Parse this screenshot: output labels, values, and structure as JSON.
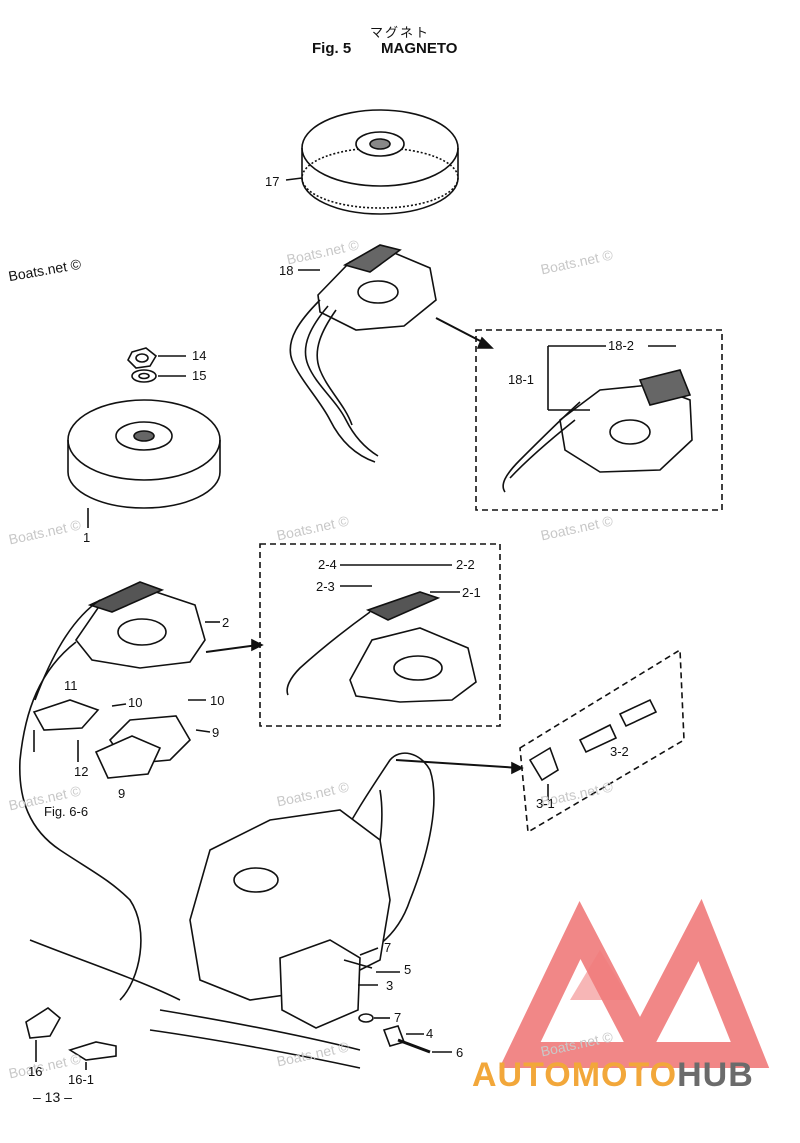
{
  "header": {
    "title_jp": "マグネト",
    "fig": "Fig. 5",
    "title": "MAGNETO"
  },
  "watermark": "Boats.net ©",
  "labels": {
    "p17": "17",
    "p18": "18",
    "p18_1": "18-1",
    "p18_2": "18-2",
    "p14": "14",
    "p15": "15",
    "p1": "1",
    "p2": "2",
    "p2_1": "2-1",
    "p2_2": "2-2",
    "p2_3": "2-3",
    "p2_4": "2-4",
    "p9a": "9",
    "p9b": "9",
    "p10a": "10",
    "p10b": "10",
    "p11": "11",
    "p12": "12",
    "fig66": "Fig. 6-6",
    "p3": "3",
    "p3_1": "3-1",
    "p3_2": "3-2",
    "p4": "4",
    "p5": "5",
    "p6": "6",
    "p7a": "7",
    "p7b": "7",
    "p16": "16",
    "p16_1": "16-1"
  },
  "page_number": "– 13 –",
  "brand": {
    "auto": "AUTO",
    "moto": "MOTO",
    "hub": "HUB",
    "logo_color": "#f07a7a",
    "text_color": "#f2a73a",
    "hub_color": "#6b6b6b"
  }
}
